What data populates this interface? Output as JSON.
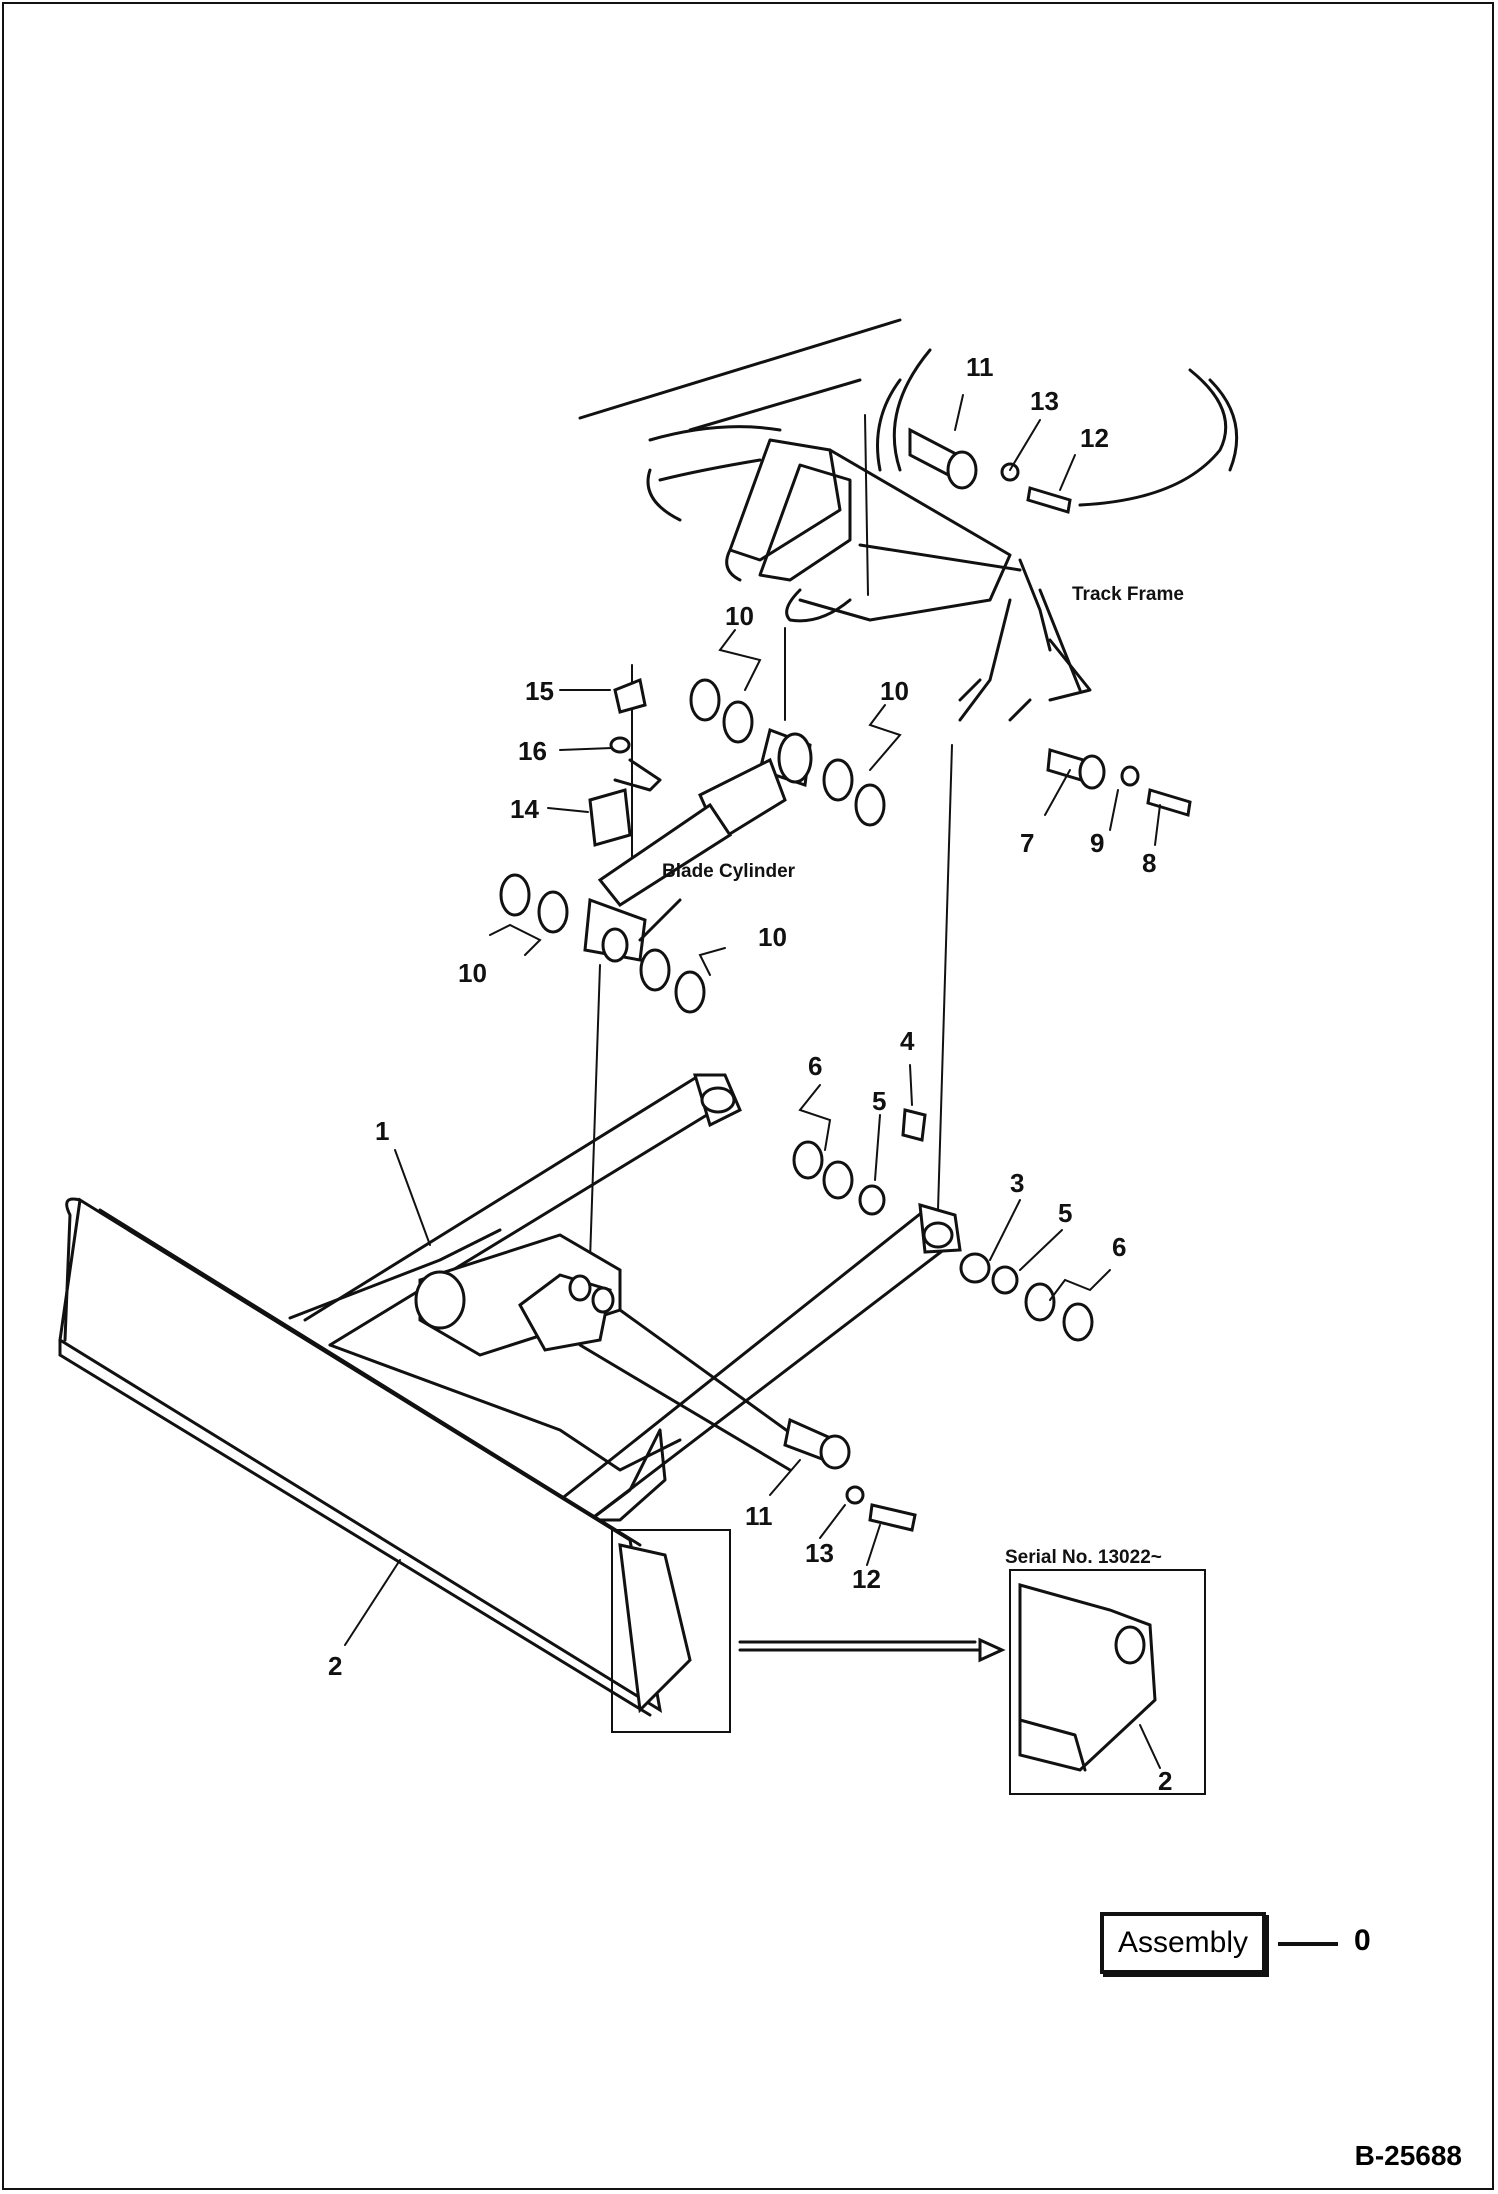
{
  "labels": {
    "track_frame": "Track Frame",
    "blade_cylinder": "Blade Cylinder",
    "serial": "Serial No. 13022~"
  },
  "callouts": [
    "11",
    "13",
    "12",
    "10",
    "10",
    "15",
    "16",
    "14",
    "10",
    "10",
    "7",
    "9",
    "8",
    "6",
    "5",
    "4",
    "3",
    "5",
    "6",
    "1",
    "11",
    "13",
    "12",
    "2",
    "2"
  ],
  "assembly": {
    "label": "Assembly",
    "number": "0"
  },
  "figure_code": "B-25688"
}
